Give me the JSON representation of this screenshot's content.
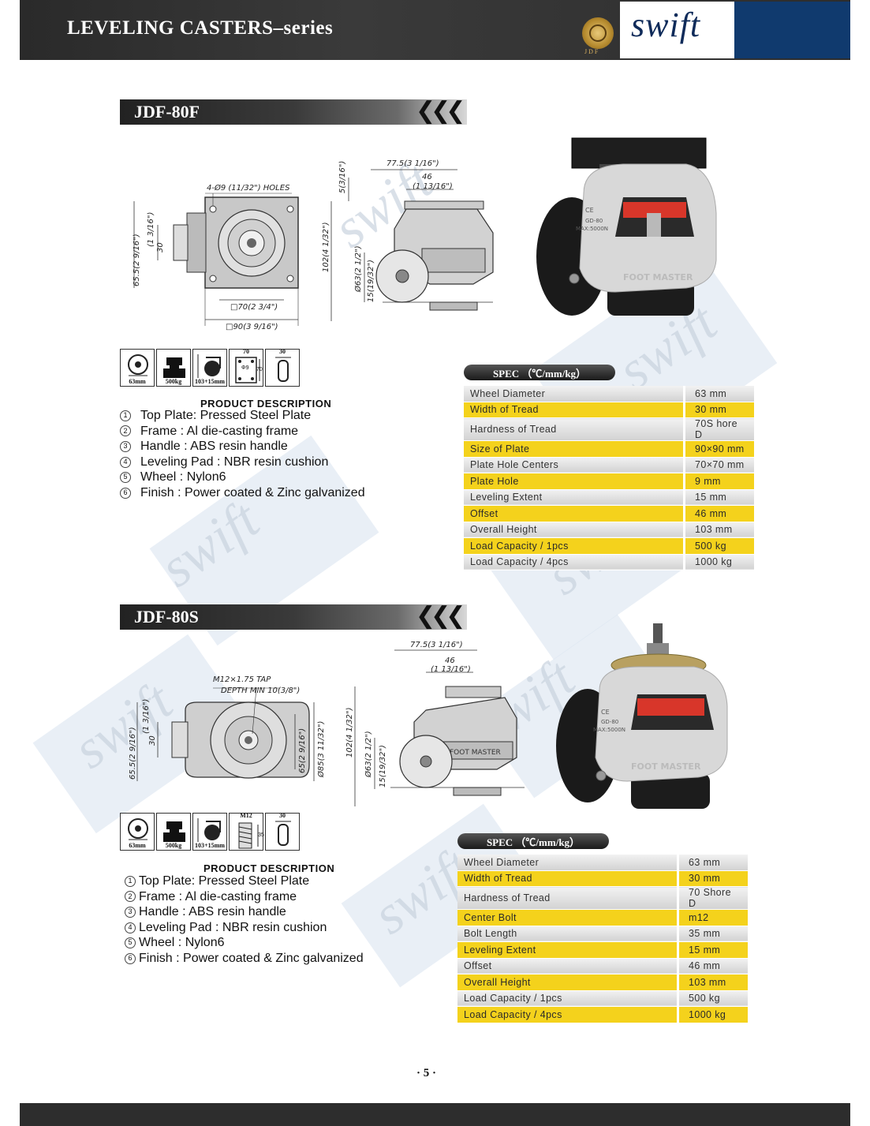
{
  "header": {
    "title": "LEVELING CASTERS–series",
    "brand": "swift",
    "seal_label": "JDF"
  },
  "page_number": "· 5 ·",
  "watermark": "swift",
  "sections": [
    {
      "model": "JDF-80F",
      "drawing_labels": {
        "holes": "4-Ø9 (11/32\") HOLES",
        "d1": "65.5(2 9/16\")",
        "d2": "30",
        "d3": "(1 3/16\")",
        "d4": "□70(2 3/4\")",
        "d5": "□90(3 9/16\")",
        "d6": "77.5(3 1/16\")",
        "d7": "46",
        "d8": "(1 13/16\")",
        "d9": "5(3/16\")",
        "d10": "102(4 1/32\")",
        "d11": "Ø63(2 1/2\")",
        "d12": "15(19/32\")"
      },
      "icons": [
        {
          "name": "wheel",
          "caption": "63mm"
        },
        {
          "name": "weight",
          "caption": "500kg"
        },
        {
          "name": "leveling",
          "caption": "103+15mm"
        },
        {
          "name": "plate",
          "top": "70",
          "caption": "",
          "extra1": "Φ9",
          "extra2": "70"
        },
        {
          "name": "width",
          "top": "30",
          "caption": ""
        }
      ],
      "description_title": "PRODUCT DESCRIPTION",
      "description": [
        {
          "num": "1",
          "text": "Top Plate: Pressed Steel Plate"
        },
        {
          "num": "2",
          "text": "Frame : Al die-casting frame"
        },
        {
          "num": "3",
          "text": "Handle : ABS resin handle"
        },
        {
          "num": "4",
          "text": "Leveling Pad : NBR resin cushion"
        },
        {
          "num": "5",
          "text": "Wheel : Nylon6"
        },
        {
          "num": "6",
          "text": "Finish : Power coated & Zinc galvanized"
        }
      ],
      "spec_title": "SPEC （℃/mm/kg）",
      "spec": [
        {
          "label": "Wheel Diameter",
          "value": "63 mm",
          "style": "gray"
        },
        {
          "label": "Width of Tread",
          "value": "30 mm",
          "style": "yellow"
        },
        {
          "label": "Hardness of Tread",
          "value": "70S hore D",
          "style": "gray"
        },
        {
          "label": "Size of Plate",
          "value": "90×90 mm",
          "style": "yellow"
        },
        {
          "label": "Plate Hole Centers",
          "value": "70×70 mm",
          "style": "gray"
        },
        {
          "label": "Plate Hole",
          "value": "9 mm",
          "style": "yellow"
        },
        {
          "label": "Leveling Extent",
          "value": "15 mm",
          "style": "gray"
        },
        {
          "label": "Offset",
          "value": "46 mm",
          "style": "yellow"
        },
        {
          "label": "Overall Height",
          "value": "103 mm",
          "style": "gray"
        },
        {
          "label": "Load Capacity / 1pcs",
          "value": "500 kg",
          "style": "yellow"
        },
        {
          "label": "Load Capacity / 4pcs",
          "value": "1000 kg",
          "style": "gray"
        }
      ],
      "photo_labels": {
        "ce": "CE",
        "model": "GD-80",
        "max": "MAX:5000N",
        "brand": "FOOT MASTER"
      }
    },
    {
      "model": "JDF-80S",
      "drawing_labels": {
        "tap": "M12×1.75 TAP",
        "depth": "DEPTH MIN 10(3/8\")",
        "d1": "65.5(2 9/16\")",
        "d2": "30",
        "d3": "(1 3/16\")",
        "d4": "65(2 9/16\")",
        "d5": "Ø85(3 11/32\")",
        "d6": "77.5(3 1/16\")",
        "d7": "46",
        "d8": "(1 13/16\")",
        "d10": "102(4 1/32\")",
        "d11": "Ø63(2 1/2\")",
        "d12": "15(19/32\")",
        "brand": "FOOT MASTER"
      },
      "icons": [
        {
          "name": "wheel",
          "caption": "63mm"
        },
        {
          "name": "weight",
          "caption": "500kg"
        },
        {
          "name": "leveling",
          "caption": "103+15mm"
        },
        {
          "name": "bolt",
          "top": "M12",
          "caption": "",
          "extra1": "35"
        },
        {
          "name": "width",
          "top": "30",
          "caption": ""
        }
      ],
      "description_title": "PRODUCT DESCRIPTION",
      "description": [
        {
          "num": "1",
          "text": "Top Plate: Pressed Steel Plate"
        },
        {
          "num": "2",
          "text": "Frame : Al die-casting frame"
        },
        {
          "num": "3",
          "text": "Handle : ABS resin handle"
        },
        {
          "num": "4",
          "text": "Leveling Pad : NBR resin cushion"
        },
        {
          "num": "5",
          "text": "Wheel : Nylon6"
        },
        {
          "num": "6",
          "text": "Finish : Power coated & Zinc galvanized"
        }
      ],
      "spec_title": "SPEC （℃/mm/kg）",
      "spec": [
        {
          "label": "Wheel Diameter",
          "value": "63 mm",
          "style": "gray"
        },
        {
          "label": "Width of Tread",
          "value": "30 mm",
          "style": "yellow"
        },
        {
          "label": "Hardness of Tread",
          "value": "70 Shore D",
          "style": "gray"
        },
        {
          "label": "Center Bolt",
          "value": "m12",
          "style": "yellow"
        },
        {
          "label": "Bolt Length",
          "value": "35 mm",
          "style": "gray"
        },
        {
          "label": "Leveling Extent",
          "value": "15 mm",
          "style": "yellow"
        },
        {
          "label": "Offset",
          "value": "46 mm",
          "style": "gray"
        },
        {
          "label": "Overall Height",
          "value": "103 mm",
          "style": "yellow"
        },
        {
          "label": "Load Capacity / 1pcs",
          "value": "500 kg",
          "style": "gray"
        },
        {
          "label": "Load Capacity / 4pcs",
          "value": "1000 kg",
          "style": "yellow"
        }
      ],
      "photo_labels": {
        "ce": "CE",
        "model": "GD-80",
        "max": "MAX:5000N",
        "brand": "FOOT MASTER"
      }
    }
  ]
}
